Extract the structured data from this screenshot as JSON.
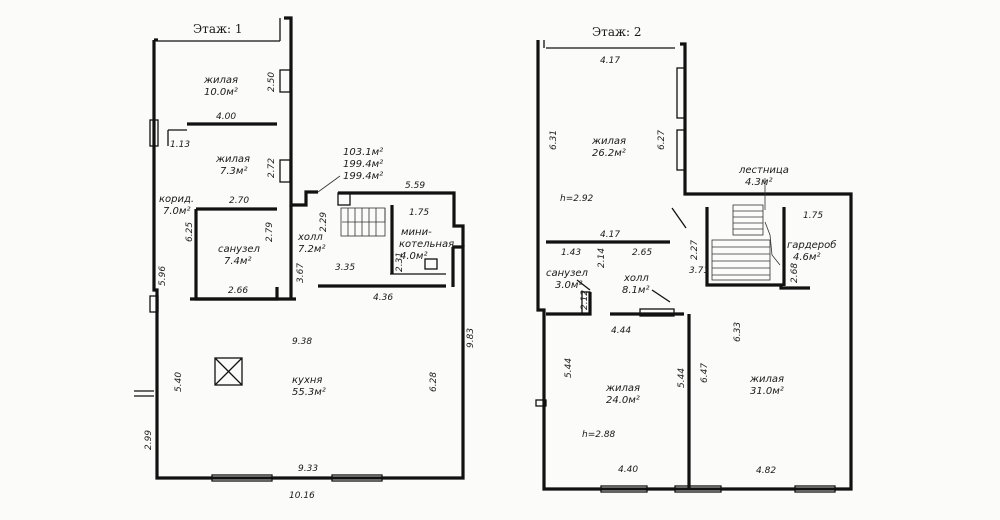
{
  "floor1": {
    "title": "Этаж: 1",
    "rooms": {
      "living1": {
        "name": "жилая",
        "area": "10.0м²"
      },
      "living2": {
        "name": "жилая",
        "area": "7.3м²"
      },
      "corridor": {
        "name": "корид.",
        "area": "7.0м²"
      },
      "bathroom": {
        "name": "санузел",
        "area": "7.4м²"
      },
      "hall": {
        "name": "холл",
        "area": "7.2м²"
      },
      "boiler": {
        "name_line1": "мини-",
        "name_line2": "котельная",
        "area": "4.0м²"
      },
      "kitchen": {
        "name": "кухня",
        "area": "55.3м²"
      }
    },
    "areas_summary": [
      "103.1м²",
      "199.4м²",
      "199.4м²"
    ],
    "dims": {
      "d250": "2.50",
      "d400": "4.00",
      "d113": "1.13",
      "d272": "2.72",
      "d270": "2.70",
      "d625": "6.25",
      "d279": "2.79",
      "d266": "2.66",
      "d596": "5.96",
      "d229": "2.29",
      "d367": "3.67",
      "d335": "3.35",
      "d231": "2.31",
      "d559": "5.59",
      "d175": "1.75",
      "d436": "4.36",
      "d938": "9.38",
      "d540": "5.40",
      "d628": "6.28",
      "d983": "9.83",
      "d299": "2.99",
      "d933": "9.33",
      "d1016": "10.16"
    }
  },
  "floor2": {
    "title": "Этаж: 2",
    "rooms": {
      "living1": {
        "name": "жилая",
        "area": "26.2м²"
      },
      "stairs": {
        "name": "лестница",
        "area": "4.3м²"
      },
      "wardrobe": {
        "name": "гардероб",
        "area": "4.6м²"
      },
      "bathroom": {
        "name": "санузел",
        "area": "3.0м²"
      },
      "hall": {
        "name": "холл",
        "area": "8.1м²"
      },
      "living2": {
        "name": "жилая",
        "area": "24.0м²"
      },
      "living3": {
        "name": "жилая",
        "area": "31.0м²"
      }
    },
    "heights": {
      "upper": "h=2.92",
      "lower": "h=2.88"
    },
    "dims": {
      "d417top": "4.17",
      "d631": "6.31",
      "d627": "6.27",
      "d175": "1.75",
      "d417mid": "4.17",
      "d143": "1.43",
      "d265": "2.65",
      "d227": "2.27",
      "d214": "2.14",
      "d371": "3.71",
      "d268": "2.68",
      "d212": "2.12",
      "d444": "4.44",
      "d633": "6.33",
      "d544l": "5.44",
      "d544r": "5.44",
      "d647": "6.47",
      "d440": "4.40",
      "d482": "4.82"
    }
  }
}
